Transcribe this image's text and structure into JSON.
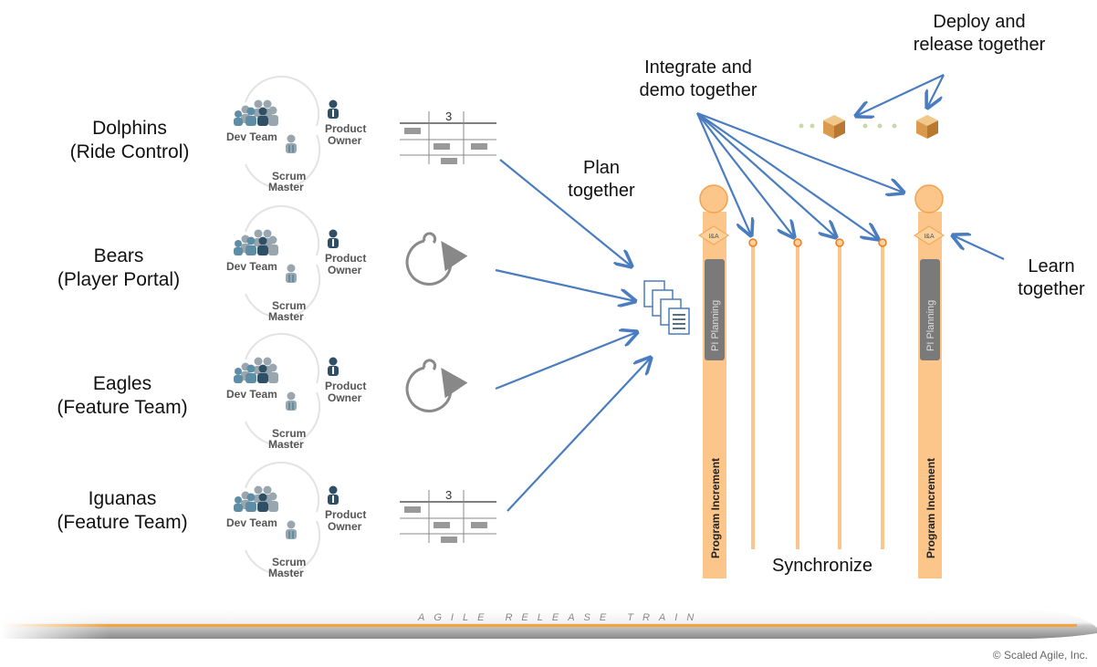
{
  "teams": [
    {
      "name": "Dolphins",
      "sub": "(Ride Control)",
      "tool": "board"
    },
    {
      "name": "Bears",
      "sub": "(Player Portal)",
      "tool": "cycle"
    },
    {
      "name": "Eagles",
      "sub": "(Feature Team)",
      "tool": "cycle"
    },
    {
      "name": "Iguanas",
      "sub": "(Feature Team)",
      "tool": "board"
    }
  ],
  "roles": {
    "dev_team": "Dev Team",
    "product": "Product",
    "owner": "Owner",
    "scrum": "Scrum",
    "master": "Master"
  },
  "board_number": "3",
  "labels": {
    "plan_1": "Plan",
    "plan_2": "together",
    "integrate_1": "Integrate and",
    "integrate_2": "demo together",
    "deploy_1": "Deploy and",
    "deploy_2": "release together",
    "learn_1": "Learn",
    "learn_2": "together",
    "synchronize": "Synchronize"
  },
  "pi": {
    "planning": "PI Planning",
    "increment": "Program Increment",
    "ia": "I&A"
  },
  "train_text": "AGILE RELEASE TRAIN",
  "copyright": "© Scaled Agile, Inc.",
  "colors": {
    "arrow": "#4a7cc0",
    "pillar": "#fcc68a",
    "pillar_dark": "#f5a14a",
    "planning": "#7a7a7a",
    "rail": "#f4a33d"
  }
}
